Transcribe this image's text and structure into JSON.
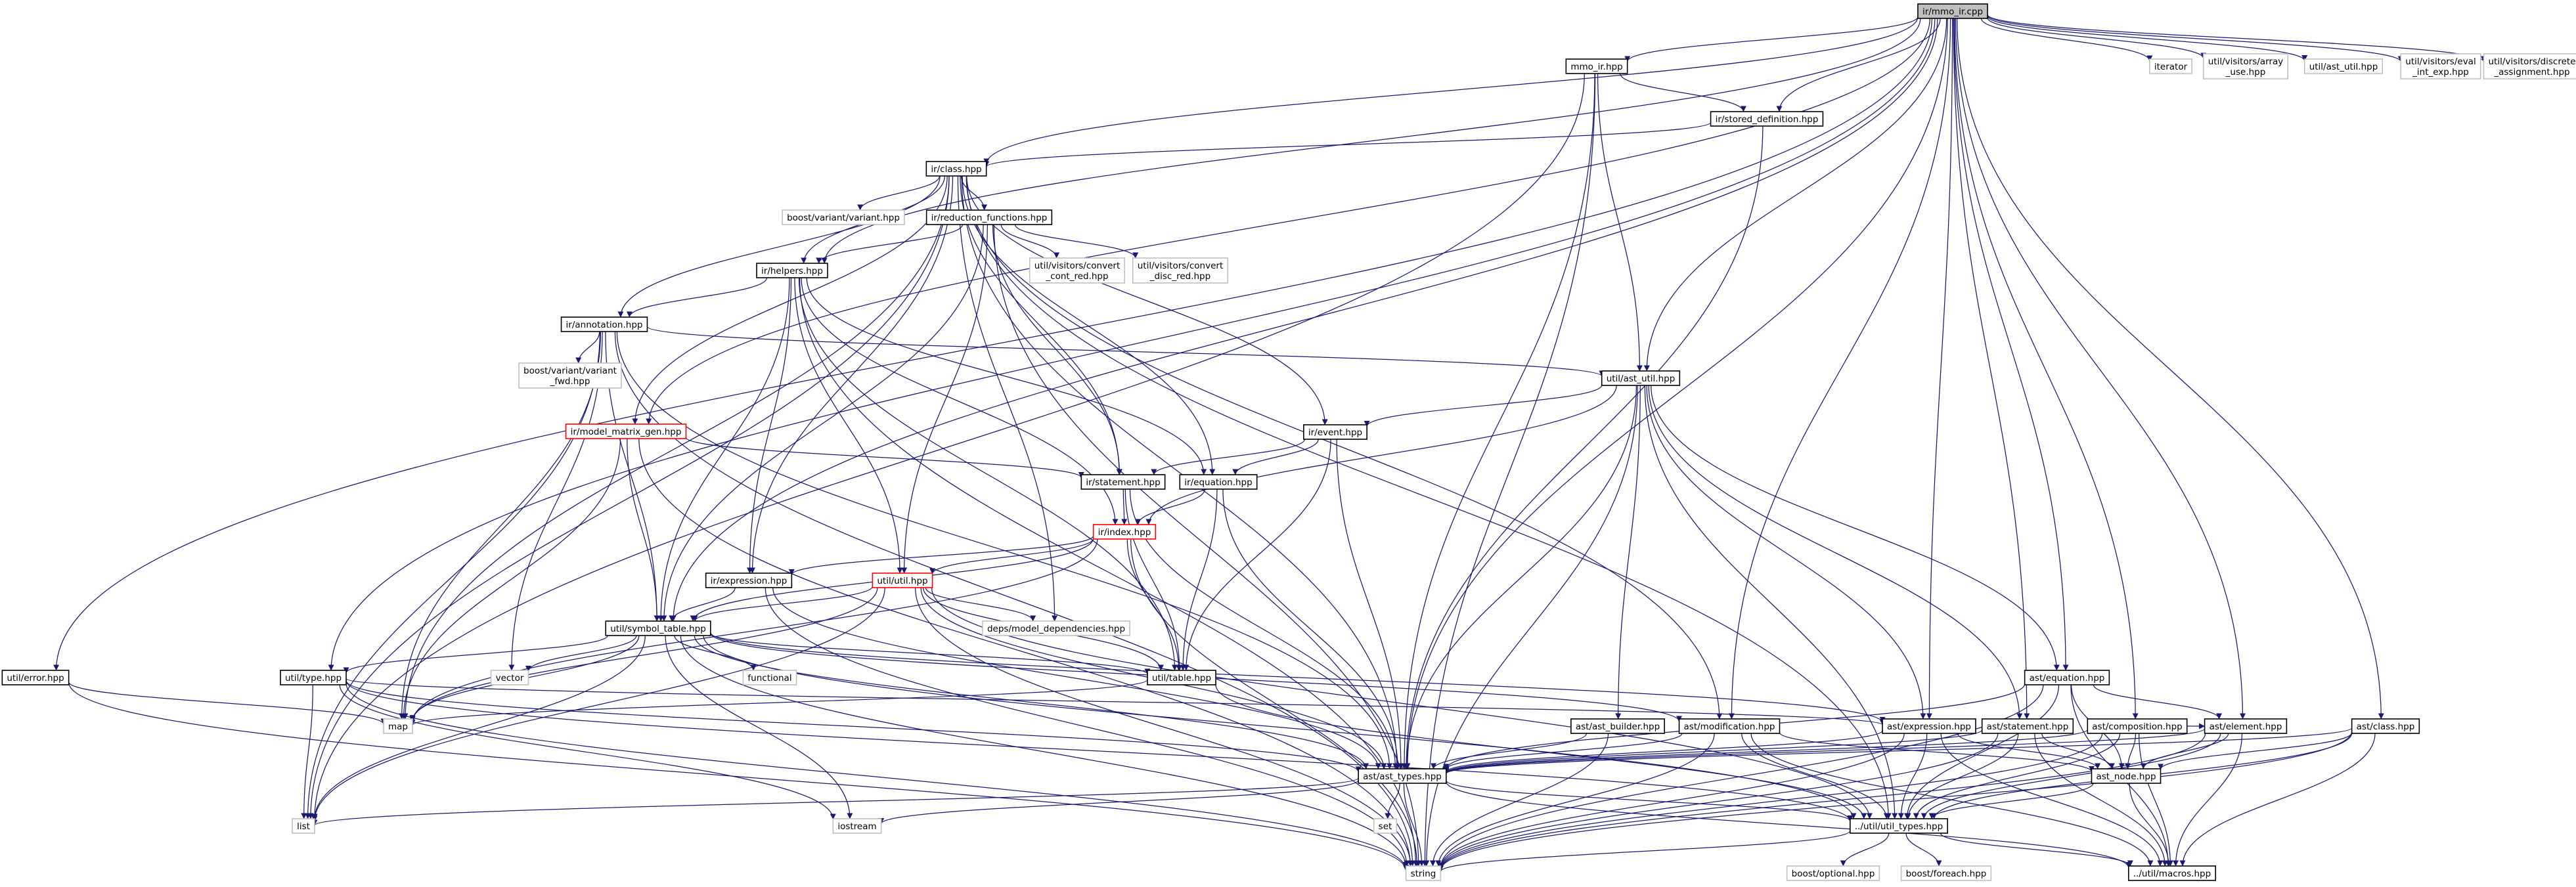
{
  "colors": {
    "edge": "#191970",
    "node_border": "#000000",
    "node_border_truncated": "#ff0000",
    "node_border_external": "#bfbfbf",
    "node_fill": "#ffffff",
    "node_fill_root": "#bfbfbf",
    "text": "#000000"
  },
  "graph": {
    "nodes": [
      {
        "id": "root",
        "label": [
          "ir/mmo_ir.cpp"
        ],
        "kind": "root"
      },
      {
        "id": "mmo_ir",
        "label": [
          "mmo_ir.hpp"
        ],
        "kind": "normal"
      },
      {
        "id": "iterator",
        "label": [
          "iterator"
        ],
        "kind": "external"
      },
      {
        "id": "arr_use",
        "label": [
          "util/visitors/array",
          "_use.hpp"
        ],
        "kind": "external"
      },
      {
        "id": "ast_util_ext",
        "label": [
          "util/ast_util.hpp"
        ],
        "kind": "external"
      },
      {
        "id": "eval_int",
        "label": [
          "util/visitors/eval",
          "_int_exp.hpp"
        ],
        "kind": "external"
      },
      {
        "id": "disc_assign",
        "label": [
          "util/visitors/discrete",
          "_assignment.hpp"
        ],
        "kind": "external"
      },
      {
        "id": "stored",
        "label": [
          "ir/stored_definition.hpp"
        ],
        "kind": "normal"
      },
      {
        "id": "class",
        "label": [
          "ir/class.hpp"
        ],
        "kind": "normal"
      },
      {
        "id": "variant",
        "label": [
          "boost/variant/variant.hpp"
        ],
        "kind": "external"
      },
      {
        "id": "red_fun",
        "label": [
          "ir/reduction_functions.hpp"
        ],
        "kind": "normal"
      },
      {
        "id": "conv_cont",
        "label": [
          "util/visitors/convert",
          "_cont_red.hpp"
        ],
        "kind": "external"
      },
      {
        "id": "conv_disc",
        "label": [
          "util/visitors/convert",
          "_disc_red.hpp"
        ],
        "kind": "external"
      },
      {
        "id": "helpers",
        "label": [
          "ir/helpers.hpp"
        ],
        "kind": "normal"
      },
      {
        "id": "annotation",
        "label": [
          "ir/annotation.hpp"
        ],
        "kind": "normal"
      },
      {
        "id": "variant_fwd",
        "label": [
          "boost/variant/variant",
          "_fwd.hpp"
        ],
        "kind": "external"
      },
      {
        "id": "util_ast_util",
        "label": [
          "util/ast_util.hpp"
        ],
        "kind": "normal"
      },
      {
        "id": "model_matrix",
        "label": [
          "ir/model_matrix_gen.hpp"
        ],
        "kind": "truncated"
      },
      {
        "id": "event",
        "label": [
          "ir/event.hpp"
        ],
        "kind": "normal"
      },
      {
        "id": "statement",
        "label": [
          "ir/statement.hpp"
        ],
        "kind": "normal"
      },
      {
        "id": "equation",
        "label": [
          "ir/equation.hpp"
        ],
        "kind": "normal"
      },
      {
        "id": "index",
        "label": [
          "ir/index.hpp"
        ],
        "kind": "truncated"
      },
      {
        "id": "expression",
        "label": [
          "ir/expression.hpp"
        ],
        "kind": "normal"
      },
      {
        "id": "util_util",
        "label": [
          "util/util.hpp"
        ],
        "kind": "truncated"
      },
      {
        "id": "deps",
        "label": [
          "deps/model_dependencies.hpp"
        ],
        "kind": "external"
      },
      {
        "id": "symtab",
        "label": [
          "util/symbol_table.hpp"
        ],
        "kind": "normal"
      },
      {
        "id": "util_error",
        "label": [
          "util/error.hpp"
        ],
        "kind": "normal"
      },
      {
        "id": "util_type",
        "label": [
          "util/type.hpp"
        ],
        "kind": "normal"
      },
      {
        "id": "vector",
        "label": [
          "vector"
        ],
        "kind": "external"
      },
      {
        "id": "functional",
        "label": [
          "functional"
        ],
        "kind": "external"
      },
      {
        "id": "table",
        "label": [
          "util/table.hpp"
        ],
        "kind": "normal"
      },
      {
        "id": "map",
        "label": [
          "map"
        ],
        "kind": "external"
      },
      {
        "id": "ast_equation",
        "label": [
          "ast/equation.hpp"
        ],
        "kind": "normal"
      },
      {
        "id": "ast_builder",
        "label": [
          "ast/ast_builder.hpp"
        ],
        "kind": "normal"
      },
      {
        "id": "ast_modif",
        "label": [
          "ast/modification.hpp"
        ],
        "kind": "normal"
      },
      {
        "id": "ast_expr",
        "label": [
          "ast/expression.hpp"
        ],
        "kind": "normal"
      },
      {
        "id": "ast_stmt",
        "label": [
          "ast/statement.hpp"
        ],
        "kind": "normal"
      },
      {
        "id": "ast_comp",
        "label": [
          "ast/composition.hpp"
        ],
        "kind": "normal"
      },
      {
        "id": "ast_elem",
        "label": [
          "ast/element.hpp"
        ],
        "kind": "normal"
      },
      {
        "id": "ast_class",
        "label": [
          "ast/class.hpp"
        ],
        "kind": "normal"
      },
      {
        "id": "ast_types",
        "label": [
          "ast/ast_types.hpp"
        ],
        "kind": "normal"
      },
      {
        "id": "ast_node",
        "label": [
          "ast_node.hpp"
        ],
        "kind": "normal"
      },
      {
        "id": "list",
        "label": [
          "list"
        ],
        "kind": "external"
      },
      {
        "id": "set",
        "label": [
          "set"
        ],
        "kind": "external"
      },
      {
        "id": "iostream",
        "label": [
          "iostream"
        ],
        "kind": "external"
      },
      {
        "id": "util_types",
        "label": [
          "../util/util_types.hpp"
        ],
        "kind": "normal"
      },
      {
        "id": "string",
        "label": [
          "string"
        ],
        "kind": "external"
      },
      {
        "id": "macros",
        "label": [
          "../util/macros.hpp"
        ],
        "kind": "normal"
      },
      {
        "id": "optional",
        "label": [
          "boost/optional.hpp"
        ],
        "kind": "external"
      },
      {
        "id": "foreach",
        "label": [
          "boost/foreach.hpp"
        ],
        "kind": "external"
      }
    ],
    "edges": [
      [
        "root",
        "mmo_ir"
      ],
      [
        "root",
        "iterator"
      ],
      [
        "root",
        "arr_use"
      ],
      [
        "root",
        "ast_util_ext"
      ],
      [
        "root",
        "eval_int"
      ],
      [
        "root",
        "disc_assign"
      ],
      [
        "root",
        "stored"
      ],
      [
        "root",
        "class"
      ],
      [
        "root",
        "helpers"
      ],
      [
        "root",
        "util_ast_util"
      ],
      [
        "root",
        "util_error"
      ],
      [
        "root",
        "util_type"
      ],
      [
        "root",
        "symtab"
      ],
      [
        "root",
        "model_matrix"
      ],
      [
        "root",
        "ast_expr"
      ],
      [
        "root",
        "ast_stmt"
      ],
      [
        "root",
        "ast_comp"
      ],
      [
        "root",
        "ast_elem"
      ],
      [
        "root",
        "ast_class"
      ],
      [
        "root",
        "ast_equation"
      ],
      [
        "root",
        "ast_modif"
      ],
      [
        "root",
        "ast_types"
      ],
      [
        "mmo_ir",
        "stored"
      ],
      [
        "mmo_ir",
        "util_ast_util"
      ],
      [
        "mmo_ir",
        "list"
      ],
      [
        "mmo_ir",
        "ast_types"
      ],
      [
        "mmo_ir",
        "string"
      ],
      [
        "stored",
        "class"
      ],
      [
        "stored",
        "ast_types"
      ],
      [
        "class",
        "variant"
      ],
      [
        "class",
        "red_fun"
      ],
      [
        "class",
        "helpers"
      ],
      [
        "class",
        "annotation"
      ],
      [
        "class",
        "equation"
      ],
      [
        "class",
        "event"
      ],
      [
        "class",
        "statement"
      ],
      [
        "class",
        "expression"
      ],
      [
        "class",
        "model_matrix"
      ],
      [
        "class",
        "deps"
      ],
      [
        "class",
        "ast_types"
      ],
      [
        "class",
        "list"
      ],
      [
        "class",
        "ast_modif"
      ],
      [
        "class",
        "util_types"
      ],
      [
        "class",
        "map"
      ],
      [
        "red_fun",
        "conv_cont"
      ],
      [
        "red_fun",
        "conv_disc"
      ],
      [
        "red_fun",
        "helpers"
      ],
      [
        "red_fun",
        "util_util"
      ],
      [
        "red_fun",
        "statement"
      ],
      [
        "red_fun",
        "symtab"
      ],
      [
        "red_fun",
        "string"
      ],
      [
        "helpers",
        "annotation"
      ],
      [
        "helpers",
        "equation"
      ],
      [
        "helpers",
        "expression"
      ],
      [
        "helpers",
        "index"
      ],
      [
        "helpers",
        "symtab"
      ],
      [
        "helpers",
        "util_util"
      ],
      [
        "helpers",
        "string"
      ],
      [
        "helpers",
        "table"
      ],
      [
        "annotation",
        "variant_fwd"
      ],
      [
        "annotation",
        "util_ast_util"
      ],
      [
        "annotation",
        "symtab"
      ],
      [
        "annotation",
        "list"
      ],
      [
        "annotation",
        "map"
      ],
      [
        "annotation",
        "vector"
      ],
      [
        "annotation",
        "string"
      ],
      [
        "annotation",
        "ast_types"
      ],
      [
        "util_ast_util",
        "event"
      ],
      [
        "util_ast_util",
        "index"
      ],
      [
        "util_ast_util",
        "ast_equation"
      ],
      [
        "util_ast_util",
        "ast_builder"
      ],
      [
        "util_ast_util",
        "ast_expr"
      ],
      [
        "util_ast_util",
        "ast_stmt"
      ],
      [
        "util_ast_util",
        "ast_types"
      ],
      [
        "util_ast_util",
        "util_types"
      ],
      [
        "util_ast_util",
        "string"
      ],
      [
        "model_matrix",
        "statement"
      ],
      [
        "model_matrix",
        "symtab"
      ],
      [
        "model_matrix",
        "map"
      ],
      [
        "model_matrix",
        "string"
      ],
      [
        "event",
        "statement"
      ],
      [
        "event",
        "equation"
      ],
      [
        "event",
        "table"
      ],
      [
        "event",
        "ast_types"
      ],
      [
        "statement",
        "index"
      ],
      [
        "statement",
        "table"
      ],
      [
        "statement",
        "ast_types"
      ],
      [
        "equation",
        "index"
      ],
      [
        "equation",
        "table"
      ],
      [
        "equation",
        "ast_types"
      ],
      [
        "index",
        "expression"
      ],
      [
        "index",
        "symtab"
      ],
      [
        "index",
        "util_util"
      ],
      [
        "index",
        "table"
      ],
      [
        "index",
        "map"
      ],
      [
        "index",
        "string"
      ],
      [
        "expression",
        "symtab"
      ],
      [
        "expression",
        "ast_types"
      ],
      [
        "expression",
        "string"
      ],
      [
        "util_util",
        "deps"
      ],
      [
        "util_util",
        "symtab"
      ],
      [
        "util_util",
        "table"
      ],
      [
        "util_util",
        "map"
      ],
      [
        "util_util",
        "list"
      ],
      [
        "util_util",
        "ast_types"
      ],
      [
        "util_util",
        "util_types"
      ],
      [
        "util_util",
        "string"
      ],
      [
        "symtab",
        "util_type"
      ],
      [
        "symtab",
        "vector"
      ],
      [
        "symtab",
        "functional"
      ],
      [
        "symtab",
        "table"
      ],
      [
        "symtab",
        "map"
      ],
      [
        "symtab",
        "list"
      ],
      [
        "symtab",
        "ast_types"
      ],
      [
        "symtab",
        "iostream"
      ],
      [
        "symtab",
        "string"
      ],
      [
        "symtab",
        "ast_expr"
      ],
      [
        "symtab",
        "ast_modif"
      ],
      [
        "symtab",
        "util_types"
      ],
      [
        "util_error",
        "map"
      ],
      [
        "util_error",
        "string"
      ],
      [
        "util_type",
        "list"
      ],
      [
        "util_type",
        "iostream"
      ],
      [
        "util_type",
        "ast_types"
      ],
      [
        "util_type",
        "string"
      ],
      [
        "util_type",
        "util_types"
      ],
      [
        "util_type",
        "ast_expr"
      ],
      [
        "table",
        "map"
      ],
      [
        "table",
        "util_types"
      ],
      [
        "ast_equation",
        "ast_types"
      ],
      [
        "ast_equation",
        "ast_elem"
      ],
      [
        "ast_equation",
        "ast_node"
      ],
      [
        "ast_equation",
        "util_types"
      ],
      [
        "ast_equation",
        "macros"
      ],
      [
        "ast_equation",
        "string"
      ],
      [
        "ast_builder",
        "ast_types"
      ],
      [
        "ast_builder",
        "string"
      ],
      [
        "ast_modif",
        "ast_types"
      ],
      [
        "ast_modif",
        "ast_node"
      ],
      [
        "ast_modif",
        "util_types"
      ],
      [
        "ast_modif",
        "macros"
      ],
      [
        "ast_modif",
        "string"
      ],
      [
        "ast_expr",
        "ast_types"
      ],
      [
        "ast_expr",
        "ast_node"
      ],
      [
        "ast_expr",
        "util_types"
      ],
      [
        "ast_expr",
        "macros"
      ],
      [
        "ast_expr",
        "string"
      ],
      [
        "ast_stmt",
        "ast_types"
      ],
      [
        "ast_stmt",
        "ast_node"
      ],
      [
        "ast_stmt",
        "util_types"
      ],
      [
        "ast_stmt",
        "macros"
      ],
      [
        "ast_stmt",
        "string"
      ],
      [
        "ast_comp",
        "ast_types"
      ],
      [
        "ast_comp",
        "ast_elem"
      ],
      [
        "ast_comp",
        "ast_node"
      ],
      [
        "ast_comp",
        "util_types"
      ],
      [
        "ast_comp",
        "macros"
      ],
      [
        "ast_comp",
        "string"
      ],
      [
        "ast_elem",
        "ast_types"
      ],
      [
        "ast_elem",
        "ast_node"
      ],
      [
        "ast_elem",
        "util_types"
      ],
      [
        "ast_elem",
        "macros"
      ],
      [
        "ast_elem",
        "string"
      ],
      [
        "ast_class",
        "ast_types"
      ],
      [
        "ast_class",
        "ast_node"
      ],
      [
        "ast_class",
        "util_types"
      ],
      [
        "ast_class",
        "macros"
      ],
      [
        "ast_class",
        "string"
      ],
      [
        "ast_types",
        "list"
      ],
      [
        "ast_types",
        "set"
      ],
      [
        "ast_types",
        "iostream"
      ],
      [
        "ast_types",
        "string"
      ],
      [
        "ast_types",
        "util_types"
      ],
      [
        "ast_types",
        "macros"
      ],
      [
        "ast_node",
        "util_types"
      ],
      [
        "ast_node",
        "macros"
      ],
      [
        "util_types",
        "optional"
      ],
      [
        "util_types",
        "foreach"
      ],
      [
        "util_types",
        "macros"
      ],
      [
        "util_types",
        "string"
      ]
    ]
  }
}
